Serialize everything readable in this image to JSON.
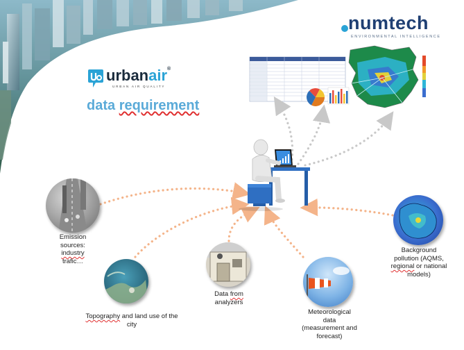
{
  "urbanair_logo": {
    "word_urban": "urban",
    "word_air": "air",
    "registered": "®",
    "tagline": "URBAN AIR QUALITY"
  },
  "numtech_logo": {
    "word": "numtech",
    "tagline": "ENVIRONMENTAL INTELLIGENCE"
  },
  "title": {
    "part1": "data ",
    "part2": "requirement"
  },
  "sources": {
    "emission": {
      "line1": "Emission",
      "line2": "sources:",
      "line3": "industry",
      "line4": "trafic…"
    },
    "topography": {
      "line1a": "Topography",
      "line1b": " and land use of the",
      "line2": "city"
    },
    "analyzers": {
      "line1a": "Data ",
      "line1b": "from",
      "line2": "analyzers"
    },
    "meteo": {
      "line1": "Meteorological",
      "line2": "data",
      "line3": "(measurement and",
      "line4": "forecast)"
    },
    "background": {
      "line1": "Background",
      "line2": "pollution (AQMS,",
      "line3a": "regional",
      "line3b": " or national",
      "line4": "models)"
    }
  },
  "colors": {
    "title_blue": "#5aaad8",
    "urban_blue": "#2aa3d6",
    "numtech_navy": "#1f3f73",
    "arrow_orange": "#f4b48a",
    "arrow_grey": "#c8c8c8",
    "desk_blue": "#2f6fc2"
  }
}
